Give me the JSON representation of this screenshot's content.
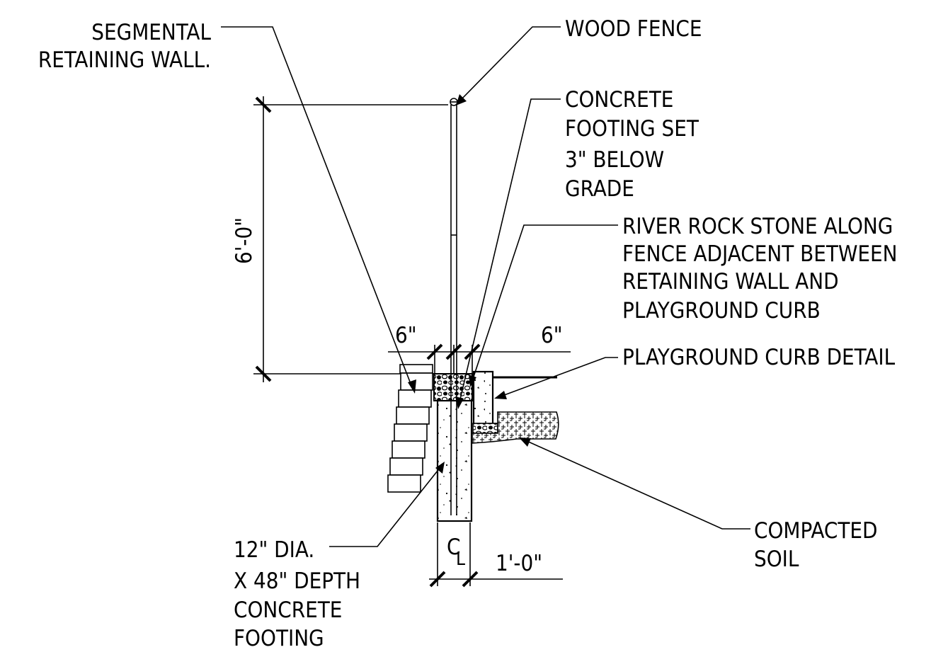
{
  "labels": {
    "segmental_retaining_wall": [
      "SEGMENTAL",
      "RETAINING WALL."
    ],
    "wood_fence": "WOOD FENCE",
    "concrete_footing_set": [
      "CONCRETE",
      "FOOTING SET",
      "3\" BELOW",
      "GRADE"
    ],
    "river_rock": [
      "RIVER ROCK STONE ALONG",
      "FENCE ADJACENT BETWEEN",
      "RETAINING WALL AND",
      "PLAYGROUND CURB"
    ],
    "playground_curb_detail": "PLAYGROUND CURB DETAIL",
    "compacted_soil": [
      "COMPACTED",
      "SOIL"
    ],
    "footing_note": [
      "12\" DIA.",
      "X 48\" DEPTH",
      "CONCRETE",
      "FOOTING"
    ]
  },
  "dimensions": {
    "height": "6'-0\"",
    "left_width": "6\"",
    "right_width": "6\"",
    "footing_width": "1'-0\""
  },
  "centerline": {
    "c": "C",
    "l": "L"
  },
  "colors": {
    "ink": "#000000",
    "background": "#ffffff"
  }
}
